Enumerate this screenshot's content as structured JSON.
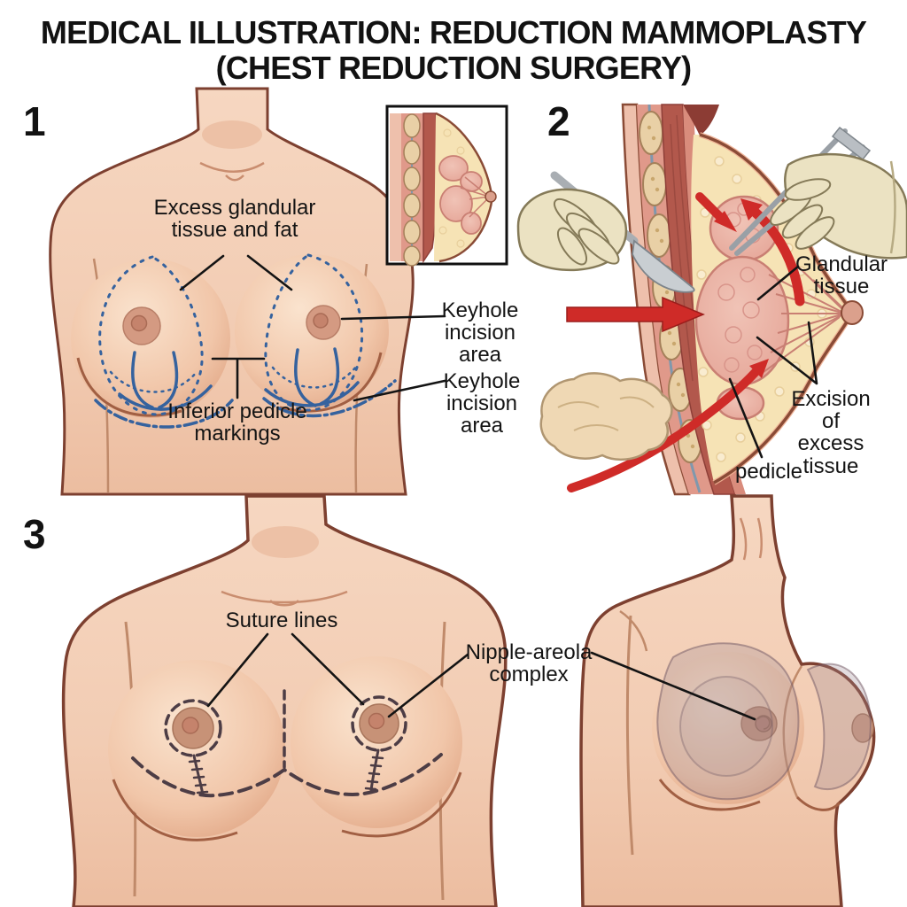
{
  "title": {
    "line1": "MEDICAL ILLUSTRATION: REDUCTION MAMMOPLASTY",
    "line2": "(CHEST REDUCTION SURGERY)"
  },
  "panels": {
    "p1": {
      "number": "1",
      "labels": {
        "excess": "Excess glandular\ntissue and fat",
        "keyhole1": "Keyhole\nincision\narea",
        "keyhole2": "Keyhole\nincision\narea",
        "inferior": "Inferior pedicle\nmarkings"
      }
    },
    "p2": {
      "number": "2",
      "labels": {
        "glandular": "Glandular\ntissue",
        "excision": "Excision of\nexcess\ntissue",
        "pedicle": "pedicle"
      }
    },
    "p3": {
      "number": "3",
      "labels": {
        "suture": "Suture lines",
        "nac": "Nipple-areola\ncomplex"
      }
    }
  },
  "colors": {
    "background": "#ffffff",
    "text": "#141414",
    "skin": "#f2ccb3",
    "skin_shadow": "#dfa98c",
    "outline_brown": "#7d4030",
    "areola": "#d49a82",
    "nipple": "#c5836c",
    "marking_blue": "#35629e",
    "suture_gray": "#4d3d45",
    "fat_yellow": "#f6e3b5",
    "fat_texture": "#e8cf9c",
    "gland_pink": "#e9b0a3",
    "gland_outline": "#c97f73",
    "muscle_red": "#b2584c",
    "rib_tan": "#e9d0a6",
    "arrow_red": "#cf2b28",
    "glove": "#ebe2c2",
    "glove_outline": "#857a58",
    "steel": "#b9bec3",
    "overlay_gray": "#9e8a94",
    "inset_border": "#111111"
  }
}
